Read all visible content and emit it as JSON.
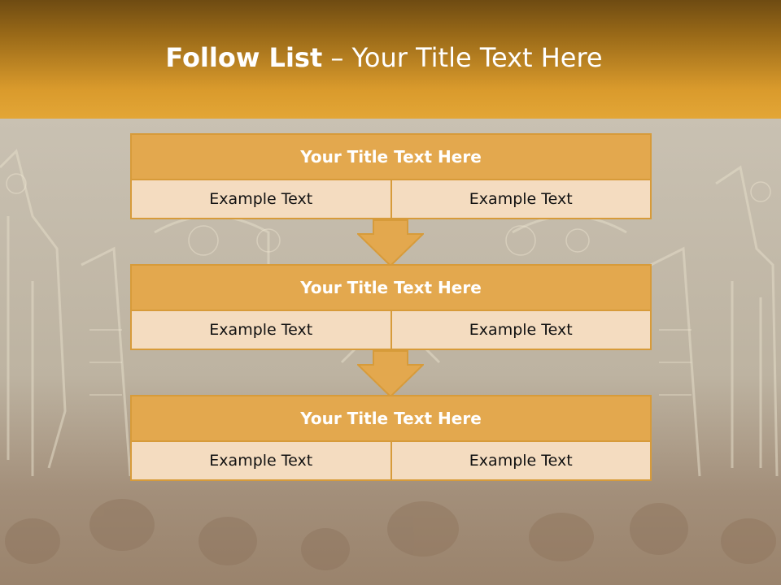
{
  "slide": {
    "title_bold": "Follow List",
    "title_rest": "– Your Title Text Here"
  },
  "steps": [
    {
      "title": "Your Title Text Here",
      "left": "Example Text",
      "right": "Example Text"
    },
    {
      "title": "Your Title Text Here",
      "left": "Example Text",
      "right": "Example Text"
    },
    {
      "title": "Your Title Text Here",
      "left": "Example Text",
      "right": "Example Text"
    }
  ],
  "colors": {
    "accent": "#e3a84e",
    "border": "#d79b3a",
    "cell_fill": "#f4dcc0"
  }
}
